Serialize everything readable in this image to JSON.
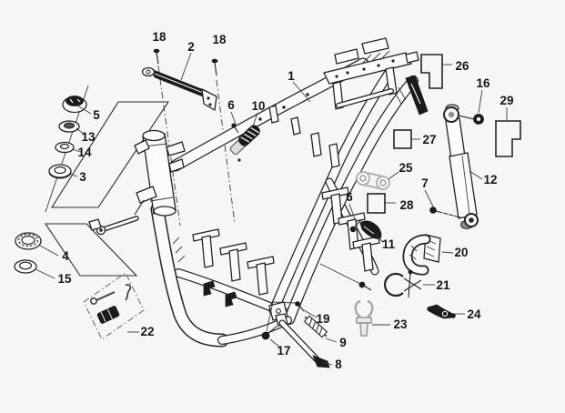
{
  "figure": {
    "background": "#f6f6f4",
    "ink": "#232321",
    "fill_black": "#1b1b19",
    "soft_gray": "#b9b9b7"
  },
  "part_labels": {
    "p1": "1",
    "p2": "2",
    "p3": "3",
    "p4": "4",
    "p5": "5",
    "p6a": "6",
    "p6b": "6",
    "p7": "7",
    "p8": "8",
    "p9": "9",
    "p10": "10",
    "p11": "11",
    "p12": "12",
    "p13": "13",
    "p14": "14",
    "p15": "15",
    "p16": "16",
    "p17": "17",
    "p18a": "18",
    "p18b": "18",
    "p19": "19",
    "p20": "20",
    "p21": "21",
    "p22": "22",
    "p23": "23",
    "p24": "24",
    "p25": "25",
    "p26": "26",
    "p27": "27",
    "p28": "28",
    "p29": "29"
  }
}
